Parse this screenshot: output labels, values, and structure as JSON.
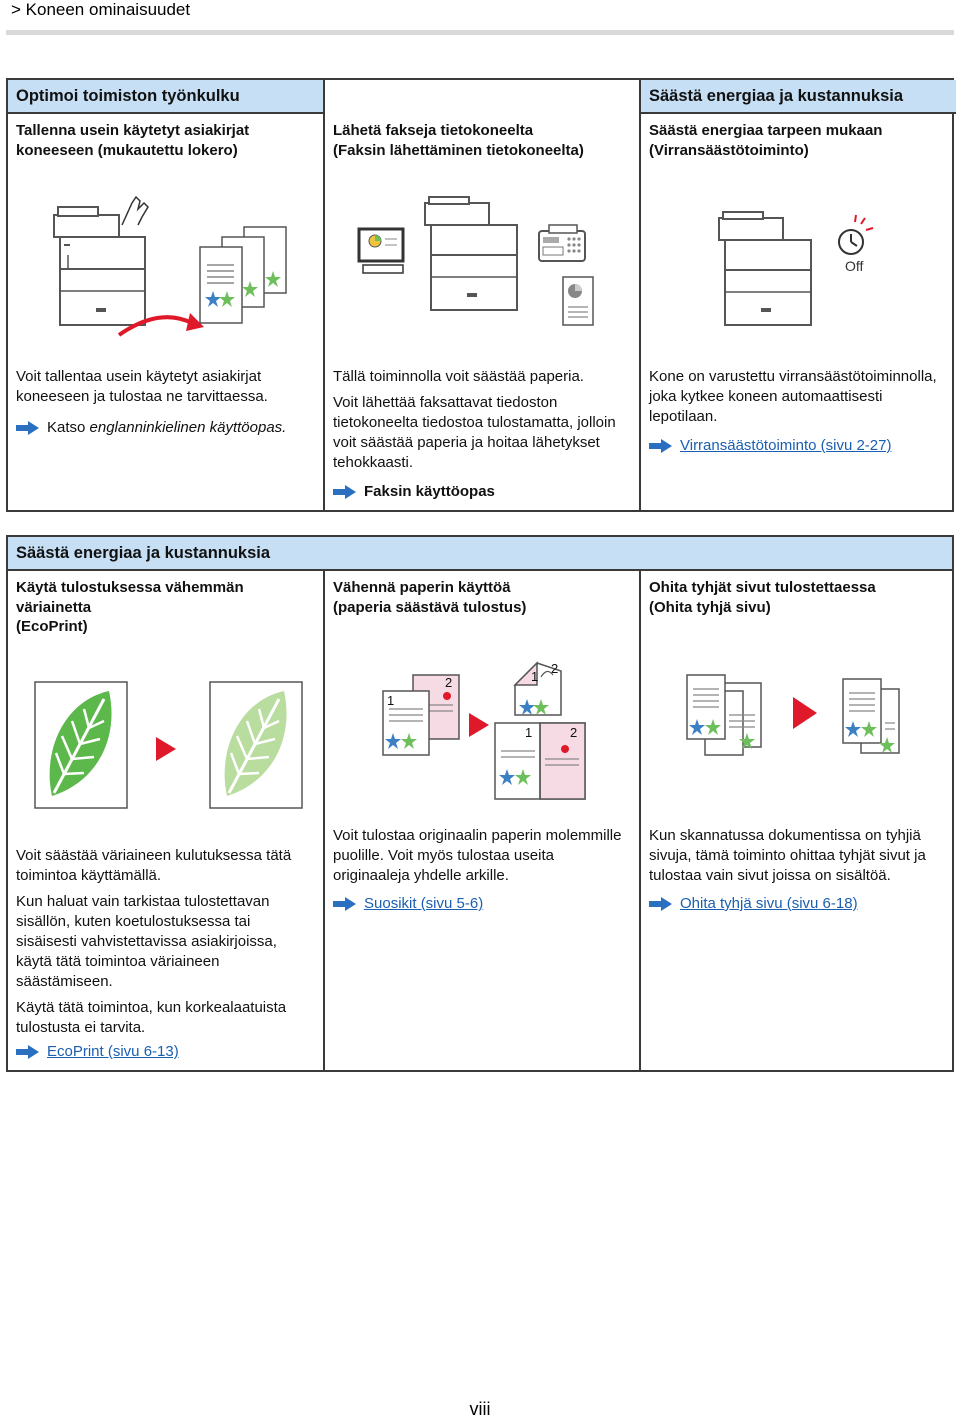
{
  "breadcrumb": "> Koneen ominaisuudet",
  "section1": {
    "band_left": "Optimoi toimiston työnkulku",
    "band_right": "Säästä energiaa ja kustannuksia",
    "col1": {
      "title_line1": "Tallenna usein käytetyt asiakirjat",
      "title_line2": "koneeseen (mukautettu lokero)",
      "text": "Voit tallentaa usein käytetyt asiakirjat koneeseen ja tulostaa ne tarvittaessa.",
      "ref_prefix": "Katso ",
      "ref_italic": "englanninkielinen käyttöopas."
    },
    "col2": {
      "title_line1": "Lähetä fakseja tietokoneelta",
      "title_line2": "(Faksin lähettäminen tietokoneelta)",
      "text1": "Tällä toiminnolla voit säästää paperia.",
      "text2": "Voit lähettää faksattavat tiedoston tietokoneelta tiedostoa tulostamatta, jolloin voit säästää paperia ja hoitaa lähetykset tehokkaasti.",
      "ref": "Faksin käyttöopas"
    },
    "col3": {
      "title_line1": "Säästä energiaa tarpeen mukaan",
      "title_line2": "(Virransäästötoiminto)",
      "off_label": "Off",
      "text": "Kone on varustettu virransäästötoiminnolla, joka kytkee koneen automaattisesti lepotilaan.",
      "ref": "Virransäästötoiminto (sivu 2-27)"
    }
  },
  "section2": {
    "band": "Säästä energiaa ja kustannuksia",
    "col1": {
      "title_line1": "Käytä tulostuksessa vähemmän",
      "title_line2": "väriainetta",
      "title_line3": "(EcoPrint)",
      "text1": "Voit säästää väriaineen kulutuksessa tätä toimintoa käyttämällä.",
      "text2": "Kun haluat vain tarkistaa tulostettavan sisällön, kuten koetulostuksessa tai sisäisesti vahvistettavissa asiakirjoissa, käytä tätä toimintoa väriaineen säästämiseen.",
      "text3": "Käytä tätä toimintoa, kun korkealaatuista tulostusta ei tarvita.",
      "ref": "EcoPrint (sivu 6-13)"
    },
    "col2": {
      "title_line1": "Vähennä paperin käyttöä",
      "title_line2": "(paperia säästävä tulostus)",
      "text": "Voit tulostaa originaalin paperin molemmille puolille. Voit myös tulostaa useita originaaleja yhdelle arkille.",
      "ref": "Suosikit (sivu 5-6)",
      "labels": [
        "1",
        "2",
        "1",
        "2",
        "1",
        "2"
      ]
    },
    "col3": {
      "title_line1": "Ohita tyhjät sivut tulostettaessa",
      "title_line2": "(Ohita tyhjä sivu)",
      "text": "Kun skannatussa dokumentissa on tyhjiä sivuja, tämä toiminto ohittaa tyhjät sivut ja tulostaa vain sivut joissa on sisältöä.",
      "ref": "Ohita tyhjä sivu (sivu 6-18)"
    }
  },
  "page_number": "viii",
  "colors": {
    "band": "#c6dff5",
    "link": "#1b5fb0",
    "ref_arrow": "#2a6fc0",
    "red_triangle": "#e0192a",
    "leaf_dark": "#5cb84a",
    "leaf_light": "#b8dd9e",
    "star_green": "#6cbf5a",
    "star_blue": "#3b7fc4",
    "pink_page": "#f6dbe4"
  }
}
